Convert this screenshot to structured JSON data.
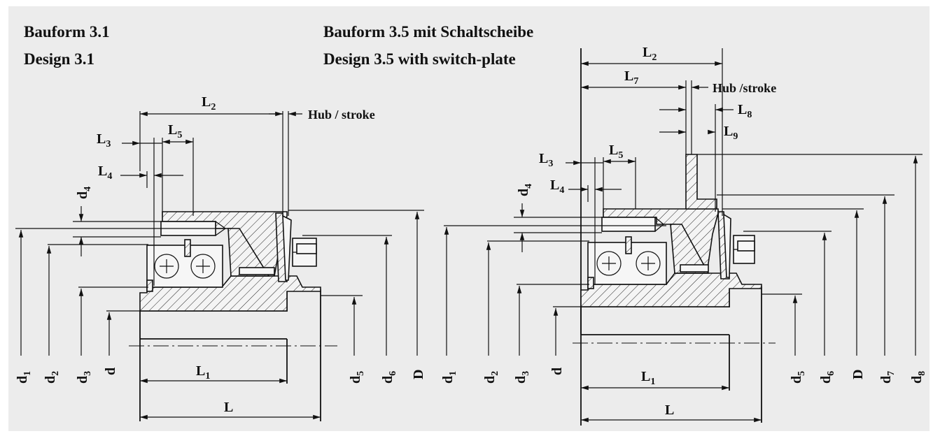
{
  "titles": {
    "left_de": "Bauform 3.1",
    "left_en": "Design 3.1",
    "right_de": "Bauform 3.5 mit Schaltscheibe",
    "right_en": "Design 3.5 with switch-plate"
  },
  "left_labels": {
    "L2": {
      "m": "L",
      "s": "2"
    },
    "L3": {
      "m": "L",
      "s": "3"
    },
    "L5": {
      "m": "L",
      "s": "5"
    },
    "L4": {
      "m": "L",
      "s": "4"
    },
    "d4": {
      "m": "d",
      "s": "4"
    },
    "L1": {
      "m": "L",
      "s": "1"
    },
    "L": {
      "m": "L",
      "s": ""
    },
    "d1": {
      "m": "d",
      "s": "1"
    },
    "d2": {
      "m": "d",
      "s": "2"
    },
    "d3": {
      "m": "d",
      "s": "3"
    },
    "d": {
      "m": "d",
      "s": ""
    },
    "d5": {
      "m": "d",
      "s": "5"
    },
    "d6": {
      "m": "d",
      "s": "6"
    },
    "D": {
      "m": "D",
      "s": ""
    },
    "hub": "Hub / stroke"
  },
  "right_labels": {
    "L2": {
      "m": "L",
      "s": "2"
    },
    "L7": {
      "m": "L",
      "s": "7"
    },
    "L8": {
      "m": "L",
      "s": "8"
    },
    "L9": {
      "m": "L",
      "s": "9"
    },
    "L3": {
      "m": "L",
      "s": "3"
    },
    "L5": {
      "m": "L",
      "s": "5"
    },
    "L4": {
      "m": "L",
      "s": "4"
    },
    "d4": {
      "m": "d",
      "s": "4"
    },
    "L1": {
      "m": "L",
      "s": "1"
    },
    "L": {
      "m": "L",
      "s": ""
    },
    "d1": {
      "m": "d",
      "s": "1"
    },
    "d2": {
      "m": "d",
      "s": "2"
    },
    "d3": {
      "m": "d",
      "s": "3"
    },
    "d": {
      "m": "d",
      "s": ""
    },
    "d5": {
      "m": "d",
      "s": "5"
    },
    "d6": {
      "m": "d",
      "s": "6"
    },
    "D": {
      "m": "D",
      "s": ""
    },
    "d7": {
      "m": "d",
      "s": "7"
    },
    "d8": {
      "m": "d",
      "s": "8"
    },
    "hub": "Hub /stroke"
  }
}
